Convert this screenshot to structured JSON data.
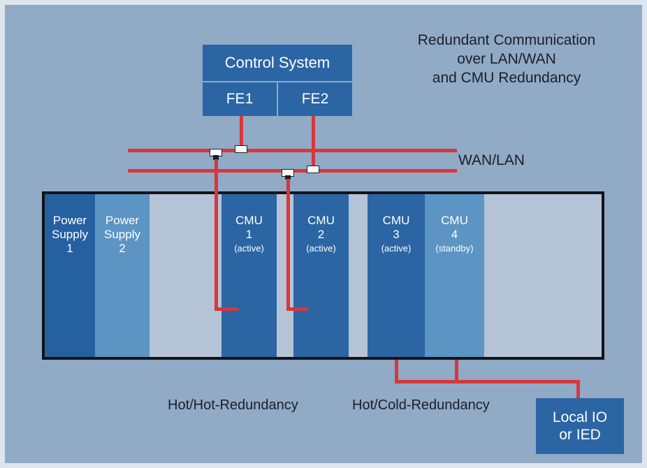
{
  "title": {
    "line1": "Redundant Communication",
    "line2": "over LAN/WAN",
    "line3": "and CMU Redundancy"
  },
  "control_system": {
    "label": "Control System",
    "fe1": "FE1",
    "fe2": "FE2"
  },
  "network_label": "WAN/LAN",
  "power_supplies": [
    {
      "line1": "Power",
      "line2": "Supply",
      "line3": "1"
    },
    {
      "line1": "Power",
      "line2": "Supply",
      "line3": "2"
    }
  ],
  "cmus": [
    {
      "name": "CMU",
      "number": "1",
      "state": "(active)"
    },
    {
      "name": "CMU",
      "number": "2",
      "state": "(active)"
    },
    {
      "name": "CMU",
      "number": "3",
      "state": "(active)"
    },
    {
      "name": "CMU",
      "number": "4",
      "state": "(standby)"
    }
  ],
  "labels": {
    "hot_hot": "Hot/Hot-Redundancy",
    "hot_cold": "Hot/Cold-Redundancy"
  },
  "local_io": {
    "line1": "Local IO",
    "line2": "or IED"
  },
  "colors": {
    "background": "#91aac5",
    "dark_blue": "#2b65a4",
    "medium_blue": "#2560a0",
    "light_blue": "#5c94c4",
    "rack": "#b4c3d6",
    "wire_red": "#d9363a"
  }
}
